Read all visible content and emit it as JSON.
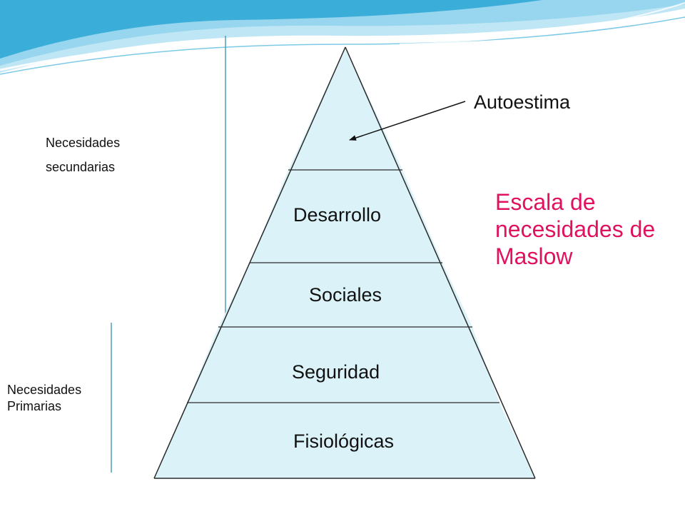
{
  "title": "Escala de necesidades de Maslow",
  "callout_label": "Autoestima",
  "pyramid_levels": [
    {
      "name": "apex",
      "label": ""
    },
    {
      "name": "desarrollo",
      "label": "Desarrollo"
    },
    {
      "name": "sociales",
      "label": "Sociales"
    },
    {
      "name": "seguridad",
      "label": "Seguridad"
    },
    {
      "name": "fisiologicas",
      "label": "Fisiológicas"
    }
  ],
  "groups": {
    "secondary": {
      "line1": "Necesidades",
      "line2": "secundarias"
    },
    "primary": {
      "line1": "Necesidades",
      "line2": "Primarias"
    }
  },
  "colors": {
    "pyramid_fill": "#dbf3f8",
    "pyramid_stroke": "#2a2a2a",
    "bracket_line": "#4a9fc0",
    "title_color": "#e0115f",
    "wave_dark": "#3aaed8",
    "wave_light": "#bfe6f5"
  }
}
